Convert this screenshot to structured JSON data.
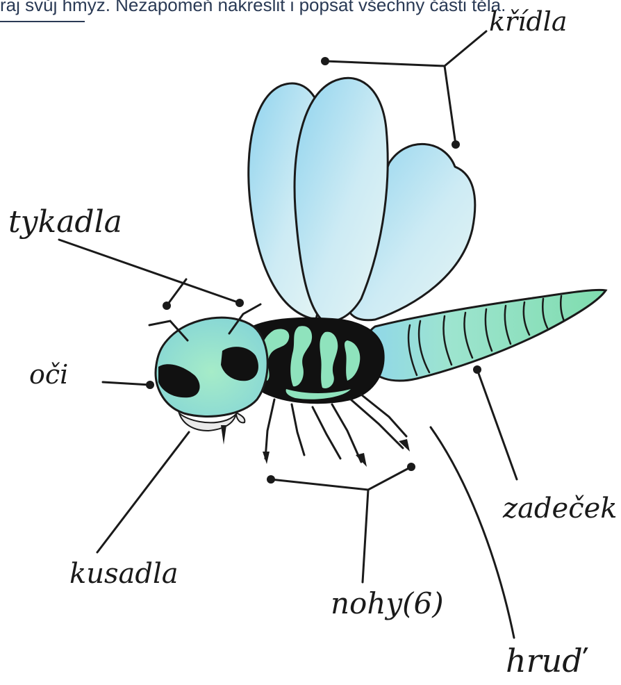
{
  "header": {
    "text": "raj svůj hmyz. Nezapomeň nakreslit i popsat všechny části těla."
  },
  "labels": {
    "kridla": "křídla",
    "tykadla": "tykadla",
    "oci": "oči",
    "zadecek": "zadeček",
    "kusadla": "kusadla",
    "nohy": "nohy(6)",
    "hrud": "hruď"
  },
  "colors": {
    "wing": "#b9e2f1",
    "wing_shadow": "#7cc6e6",
    "body_green": "#8fe3bd",
    "body_black": "#111111",
    "ink": "#1a1a1a",
    "abdomen_tip": "#7fdcae"
  }
}
